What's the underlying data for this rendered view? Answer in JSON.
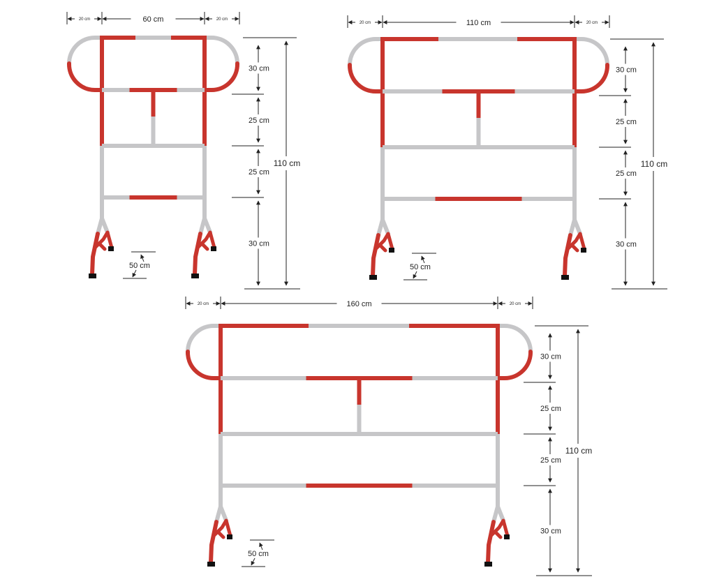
{
  "colors": {
    "red": "#c8352d",
    "grey": "#c6c6c8",
    "foot": "#111111",
    "line": "#222222",
    "background": "#ffffff"
  },
  "small_margin_label": "20 cm",
  "foot_label": "50 cm",
  "total_height_label": "110 cm",
  "segment_labels": [
    "30 cm",
    "25 cm",
    "25 cm",
    "30 cm"
  ],
  "barriers": [
    {
      "width_label": "60 cm"
    },
    {
      "width_label": "110 cm"
    },
    {
      "width_label": "160 cm"
    }
  ]
}
